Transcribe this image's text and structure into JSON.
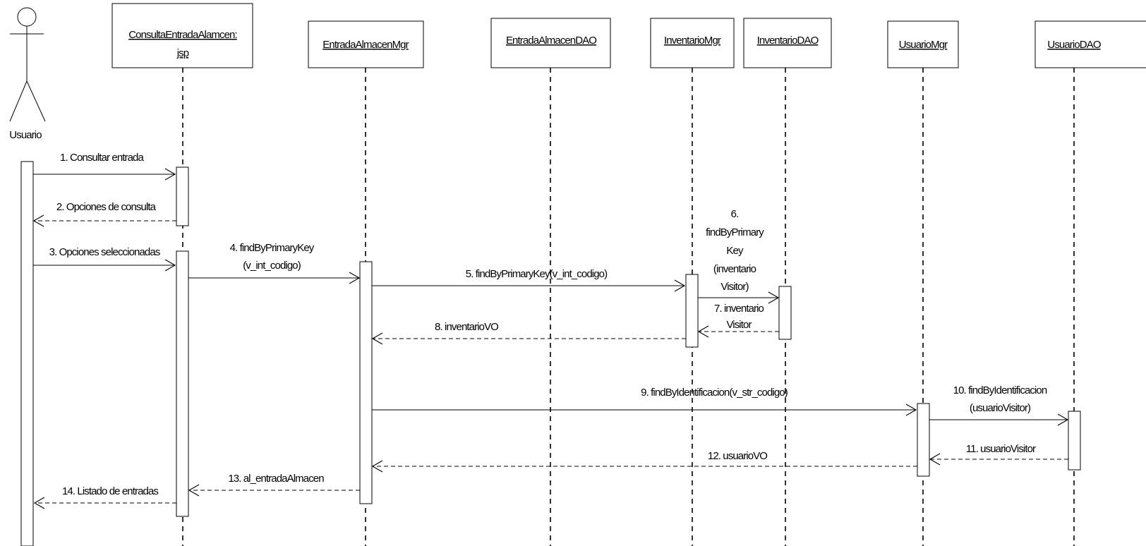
{
  "actor": {
    "label": "Usuario"
  },
  "participants": [
    {
      "id": "jsp",
      "lines": [
        "ConsultaEntradaAlamcen:",
        "jsp"
      ]
    },
    {
      "id": "eamgr",
      "lines": [
        "EntradaAlmacenMgr"
      ]
    },
    {
      "id": "eadao",
      "lines": [
        "EntradaAlmacenDAO"
      ]
    },
    {
      "id": "invmgr",
      "lines": [
        "InventarioMgr"
      ]
    },
    {
      "id": "invdao",
      "lines": [
        "InventarioDAO"
      ]
    },
    {
      "id": "usrmgr",
      "lines": [
        "UsuarioMgr"
      ]
    },
    {
      "id": "usrdao",
      "lines": [
        "UsuarioDAO"
      ]
    }
  ],
  "messages": [
    {
      "id": "m1",
      "lines": [
        "1. Consultar entrada"
      ]
    },
    {
      "id": "m2",
      "lines": [
        "2. Opciones de consulta"
      ]
    },
    {
      "id": "m3",
      "lines": [
        "3. Opciones seleccionadas"
      ]
    },
    {
      "id": "m4",
      "lines": [
        "4. findByPrimaryKey",
        "(v_int_codigo)"
      ]
    },
    {
      "id": "m5",
      "lines": [
        "5. findByPrimaryKey(v_int_codigo)"
      ]
    },
    {
      "id": "m6",
      "lines": [
        "6.",
        "findByPrimary",
        "Key",
        "(inventario",
        "Visitor)"
      ]
    },
    {
      "id": "m7",
      "lines": [
        "7. inventario",
        "Visitor"
      ]
    },
    {
      "id": "m8",
      "lines": [
        "8. inventarioVO"
      ]
    },
    {
      "id": "m9",
      "lines": [
        "9. findByIdentificacion(v_str_codigo)"
      ]
    },
    {
      "id": "m10",
      "lines": [
        "10. findByIdentificacion",
        "(usuarioVisitor)"
      ]
    },
    {
      "id": "m11",
      "lines": [
        "11. usuarioVisitor"
      ]
    },
    {
      "id": "m12",
      "lines": [
        "12. usuarioVO"
      ]
    },
    {
      "id": "m13",
      "lines": [
        "13. al_entradaAlmacen"
      ]
    },
    {
      "id": "m14",
      "lines": [
        "14. Listado de entradas"
      ]
    }
  ]
}
